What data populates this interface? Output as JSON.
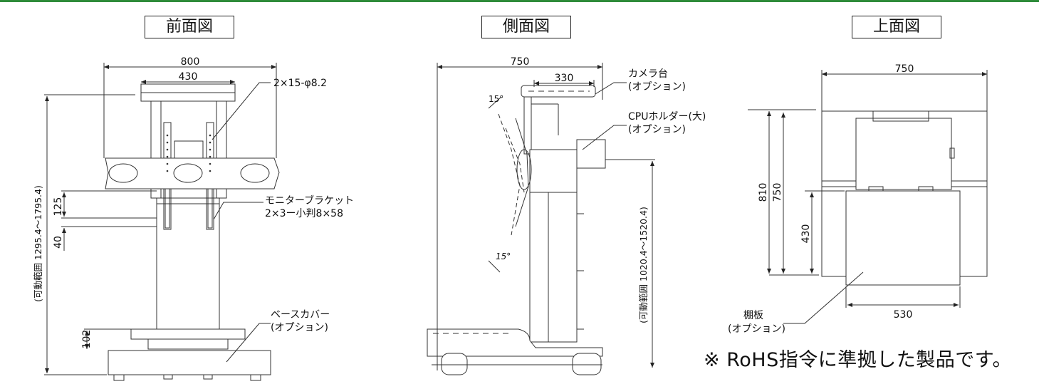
{
  "views": {
    "front": {
      "title": "前面図",
      "dims": {
        "overall_width": "800",
        "bracket_width": "430",
        "hole_spec": "2×15-φ8.2",
        "gap_125": "125",
        "gap_40": "40",
        "base_102": "102",
        "range": "(可動範囲 1295.4～1795.4)"
      },
      "labels": {
        "bracket": "モニターブラケット",
        "bracket_screw": "2×3ー小判8×58",
        "base_cover": "ベースカバー",
        "base_cover_opt": "(オプション)"
      }
    },
    "side": {
      "title": "側面図",
      "dims": {
        "overall_depth": "750",
        "camera_depth": "330",
        "angle_top": "15°",
        "angle_bottom": "15°",
        "range": "(可動範囲 1020.4～1520.4)"
      },
      "labels": {
        "camera_stand": "カメラ台",
        "camera_stand_opt": "(オプション)",
        "cpu_holder": "CPUホルダー(大)",
        "cpu_holder_opt": "(オプション)"
      }
    },
    "top": {
      "title": "上面図",
      "dims": {
        "width": "750",
        "depth_810": "810",
        "depth_750": "750",
        "depth_430": "430",
        "shelf_width": "530"
      },
      "labels": {
        "shelf": "棚板",
        "shelf_opt": "(オプション)"
      }
    }
  },
  "note": "※ RoHS指令に準拠した製品です。"
}
